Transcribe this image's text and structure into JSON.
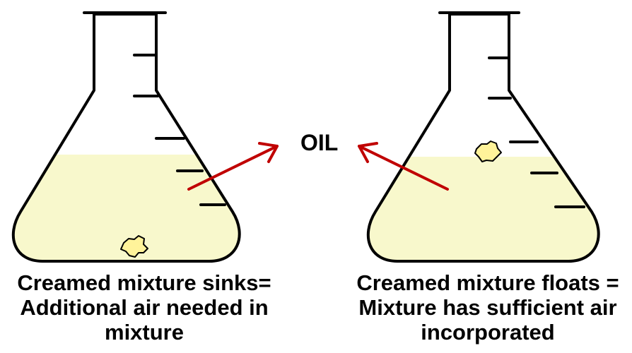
{
  "oil_label": "OIL",
  "left_caption": [
    "Creamed mixture sinks=",
    "Additional air needed in",
    "mixture"
  ],
  "right_caption": [
    "Creamed mixture floats =",
    "Mixture has sufficient air",
    "incorporated"
  ],
  "colors": {
    "liquid": "#f8f8cc",
    "lump": "#fff39a",
    "arrow": "#c00000",
    "outline": "#000000"
  }
}
